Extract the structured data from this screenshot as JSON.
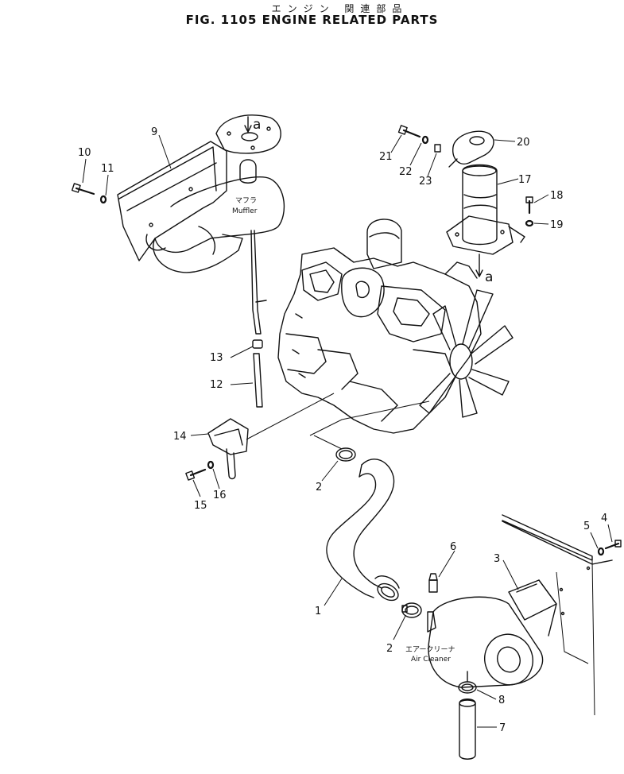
{
  "header": {
    "japanese_title": "エンジン 関連部品",
    "figure_title": "FIG. 1105  ENGINE  RELATED  PARTS"
  },
  "callouts": {
    "c1": "1",
    "c2a": "2",
    "c2b": "2",
    "c3": "3",
    "c4": "4",
    "c5": "5",
    "c6": "6",
    "c7": "7",
    "c8": "8",
    "c9": "9",
    "c10": "10",
    "c11": "11",
    "c12": "12",
    "c13": "13",
    "c14": "14",
    "c15": "15",
    "c16": "16",
    "c17": "17",
    "c18": "18",
    "c19": "19",
    "c20": "20",
    "c21": "21",
    "c22": "22",
    "c23": "23"
  },
  "part_labels": {
    "muffler_jp": "マフラ",
    "muffler_en": "Muffler",
    "air_cleaner_jp": "エアークリーナ",
    "air_cleaner_en": "Air Cleaner"
  },
  "reference_marks": {
    "top": "a",
    "bottom": "a"
  }
}
